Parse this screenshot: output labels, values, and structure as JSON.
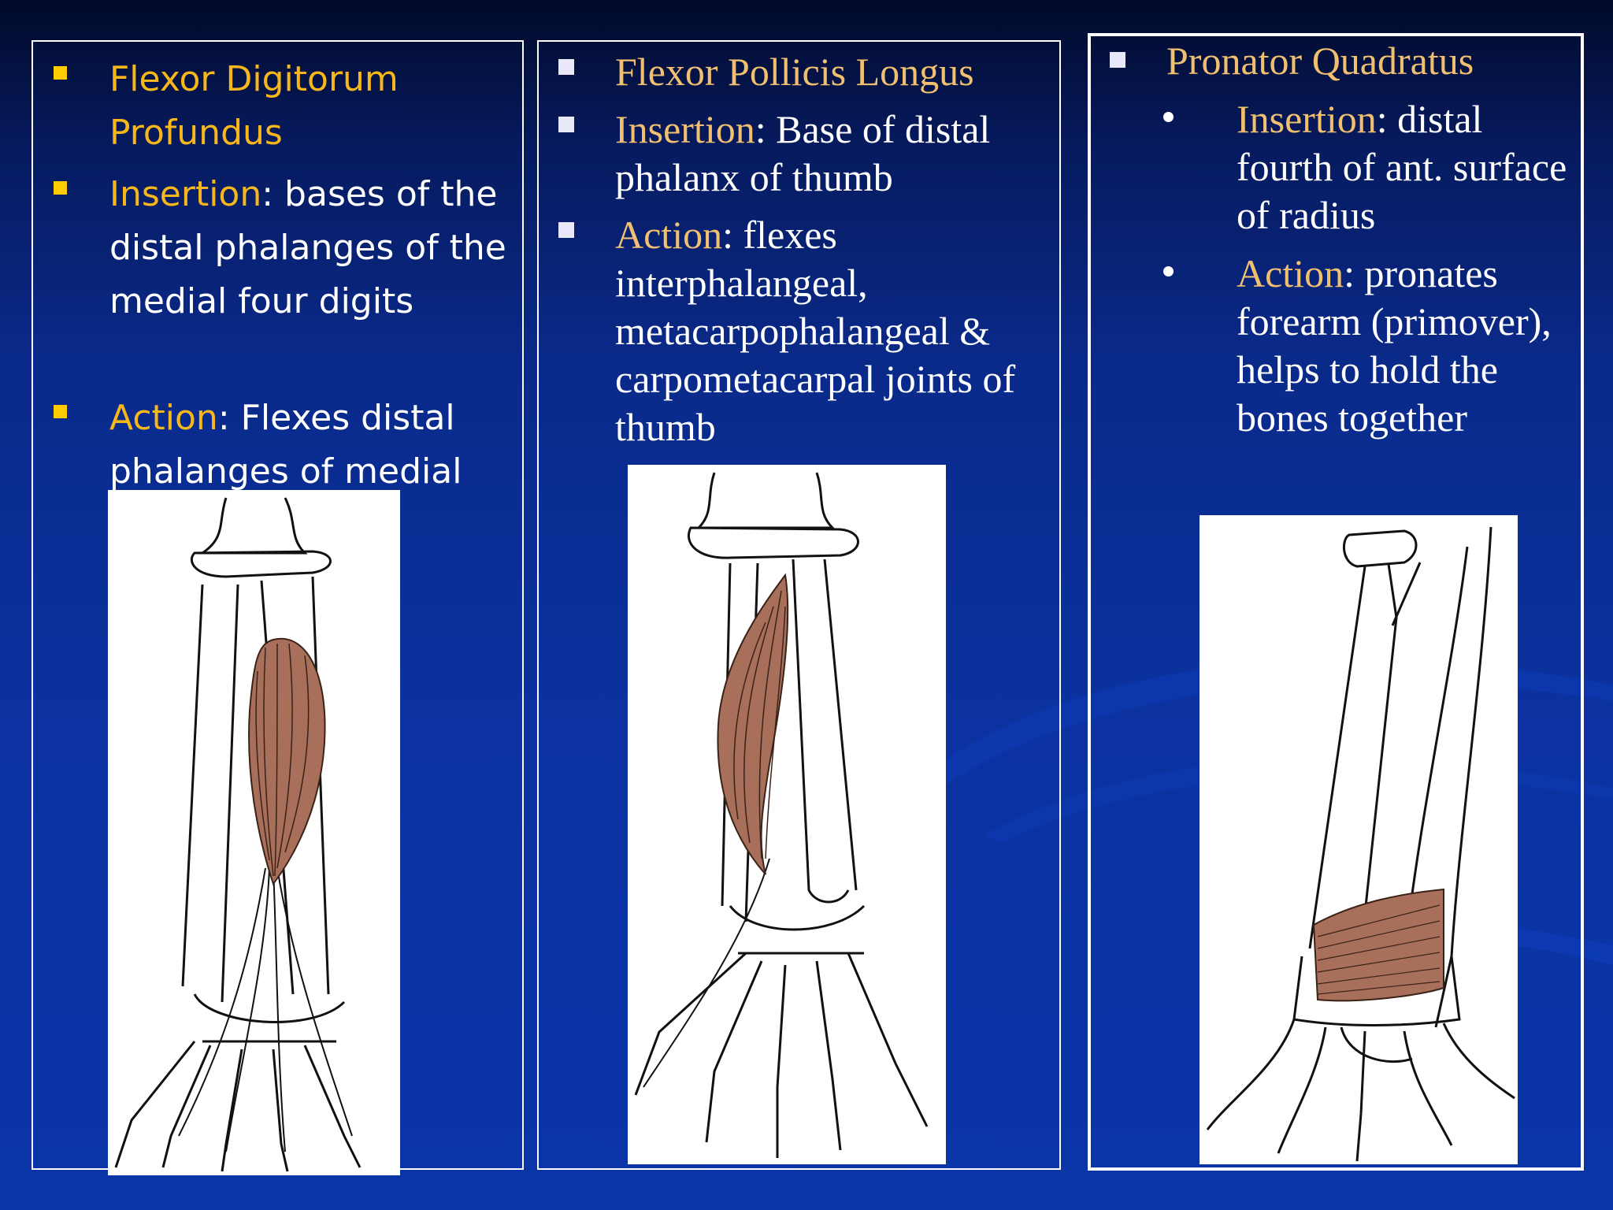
{
  "colors": {
    "background": "#0a2a8a",
    "border": "#ffffff",
    "term_gold": "#f7b71a",
    "term_tan": "#f0c070",
    "bullet_yellow": "#ffcc00",
    "bullet_lavender": "#e8e8f8",
    "muscle": "#a8705a"
  },
  "panel1": {
    "title": "Flexor Digitorum Profundus",
    "insertion_term": "Insertion",
    "insertion_text": ": bases of the distal phalanges of the medial four digits",
    "action_term": "Action",
    "action_text": ": Flexes distal phalanges of medial",
    "image_icon": "forearm-muscle-illustration"
  },
  "panel2": {
    "title": "Flexor Pollicis  Longus",
    "insertion_term": "Insertion",
    "insertion_text": ": Base of  distal phalanx of  thumb",
    "action_term": "Action",
    "action_text": ": flexes interphalangeal, metacarpophalangeal & carpometacarpal joints of  thumb",
    "image_icon": "forearm-muscle-illustration"
  },
  "panel3": {
    "title": "Pronator Quadratus",
    "insertion_term": "Insertion",
    "insertion_text": ": distal fourth of  ant. surface of  radius",
    "action_term": "Action",
    "action_text": ": pronates forearm (primover), helps to hold the bones together",
    "image_icon": "forearm-muscle-illustration"
  }
}
